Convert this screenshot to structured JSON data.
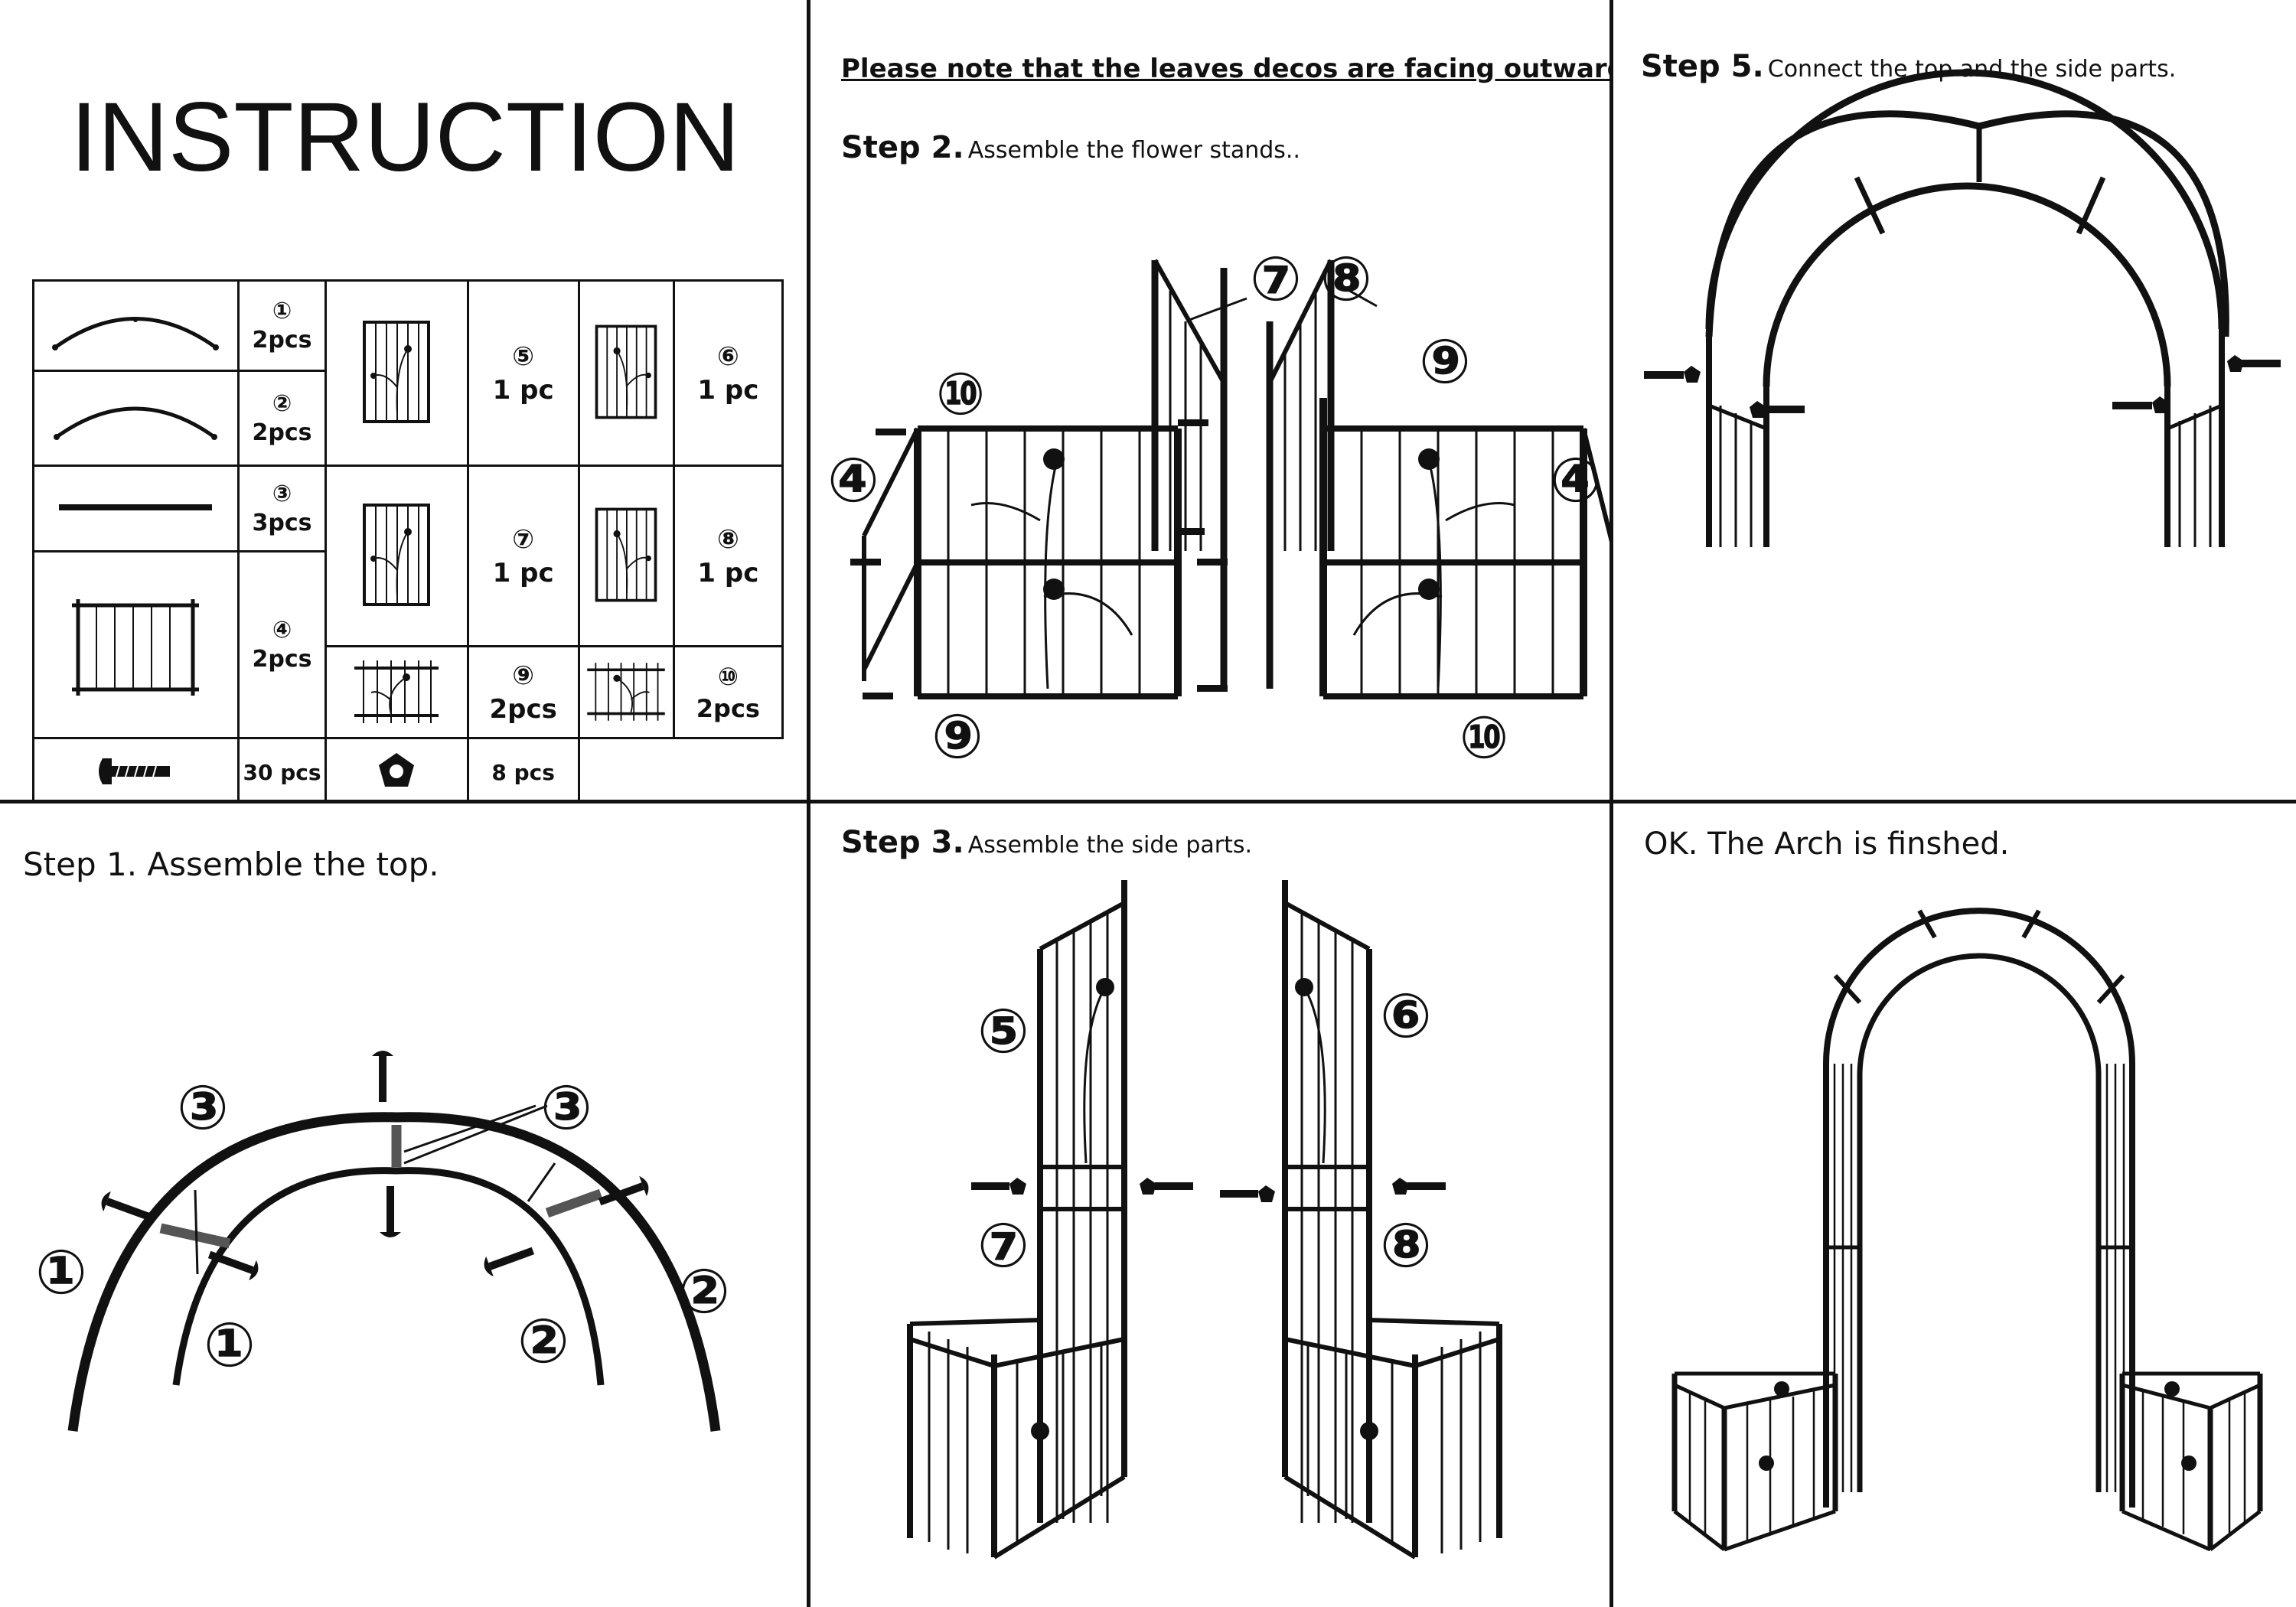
{
  "title": "INSTRUCTION",
  "parts": [
    {
      "num": "①",
      "qty": "2pcs",
      "icon": "large-arc-rail-icon"
    },
    {
      "num": "②",
      "qty": "2pcs",
      "icon": "small-arc-rail-icon"
    },
    {
      "num": "③",
      "qty": "3pcs",
      "icon": "straight-bar-icon"
    },
    {
      "num": "④",
      "qty": "2pcs",
      "icon": "planter-panel-icon"
    },
    {
      "num": "⑤",
      "qty": "1 pc",
      "icon": "side-panel-icon"
    },
    {
      "num": "⑥",
      "qty": "1 pc",
      "icon": "side-panel-icon"
    },
    {
      "num": "⑦",
      "qty": "1 pc",
      "icon": "side-panel-icon"
    },
    {
      "num": "⑧",
      "qty": "1 pc",
      "icon": "side-panel-icon"
    },
    {
      "num": "⑨",
      "qty": "2pcs",
      "icon": "low-panel-icon"
    },
    {
      "num": "⑩",
      "qty": "2pcs",
      "icon": "low-panel-icon"
    },
    {
      "num": "",
      "qty": "30 pcs",
      "icon": "screw-icon"
    },
    {
      "num": "",
      "qty": "8 pcs",
      "icon": "nut-icon"
    }
  ],
  "step1": {
    "label": "Step 1. Assemble the top.",
    "markers": [
      "③",
      "③",
      "①",
      "①",
      "②",
      "②"
    ]
  },
  "step2": {
    "note": "Please note that the leaves decos are facing outwards !",
    "step": "Step 2.",
    "text": "Assemble the flower stands..",
    "markers": [
      "⑦",
      "⑧",
      "⑩",
      "⑨",
      "④",
      "④",
      "⑨",
      "⑩"
    ]
  },
  "step3": {
    "step": "Step 3.",
    "text": "Assemble the side parts.",
    "markers": [
      "⑤",
      "⑥",
      "⑦",
      "⑧"
    ]
  },
  "step5": {
    "step": "Step 5.",
    "text": "Connect the top and the side parts."
  },
  "finish": {
    "label": "OK. The Arch is finshed."
  }
}
